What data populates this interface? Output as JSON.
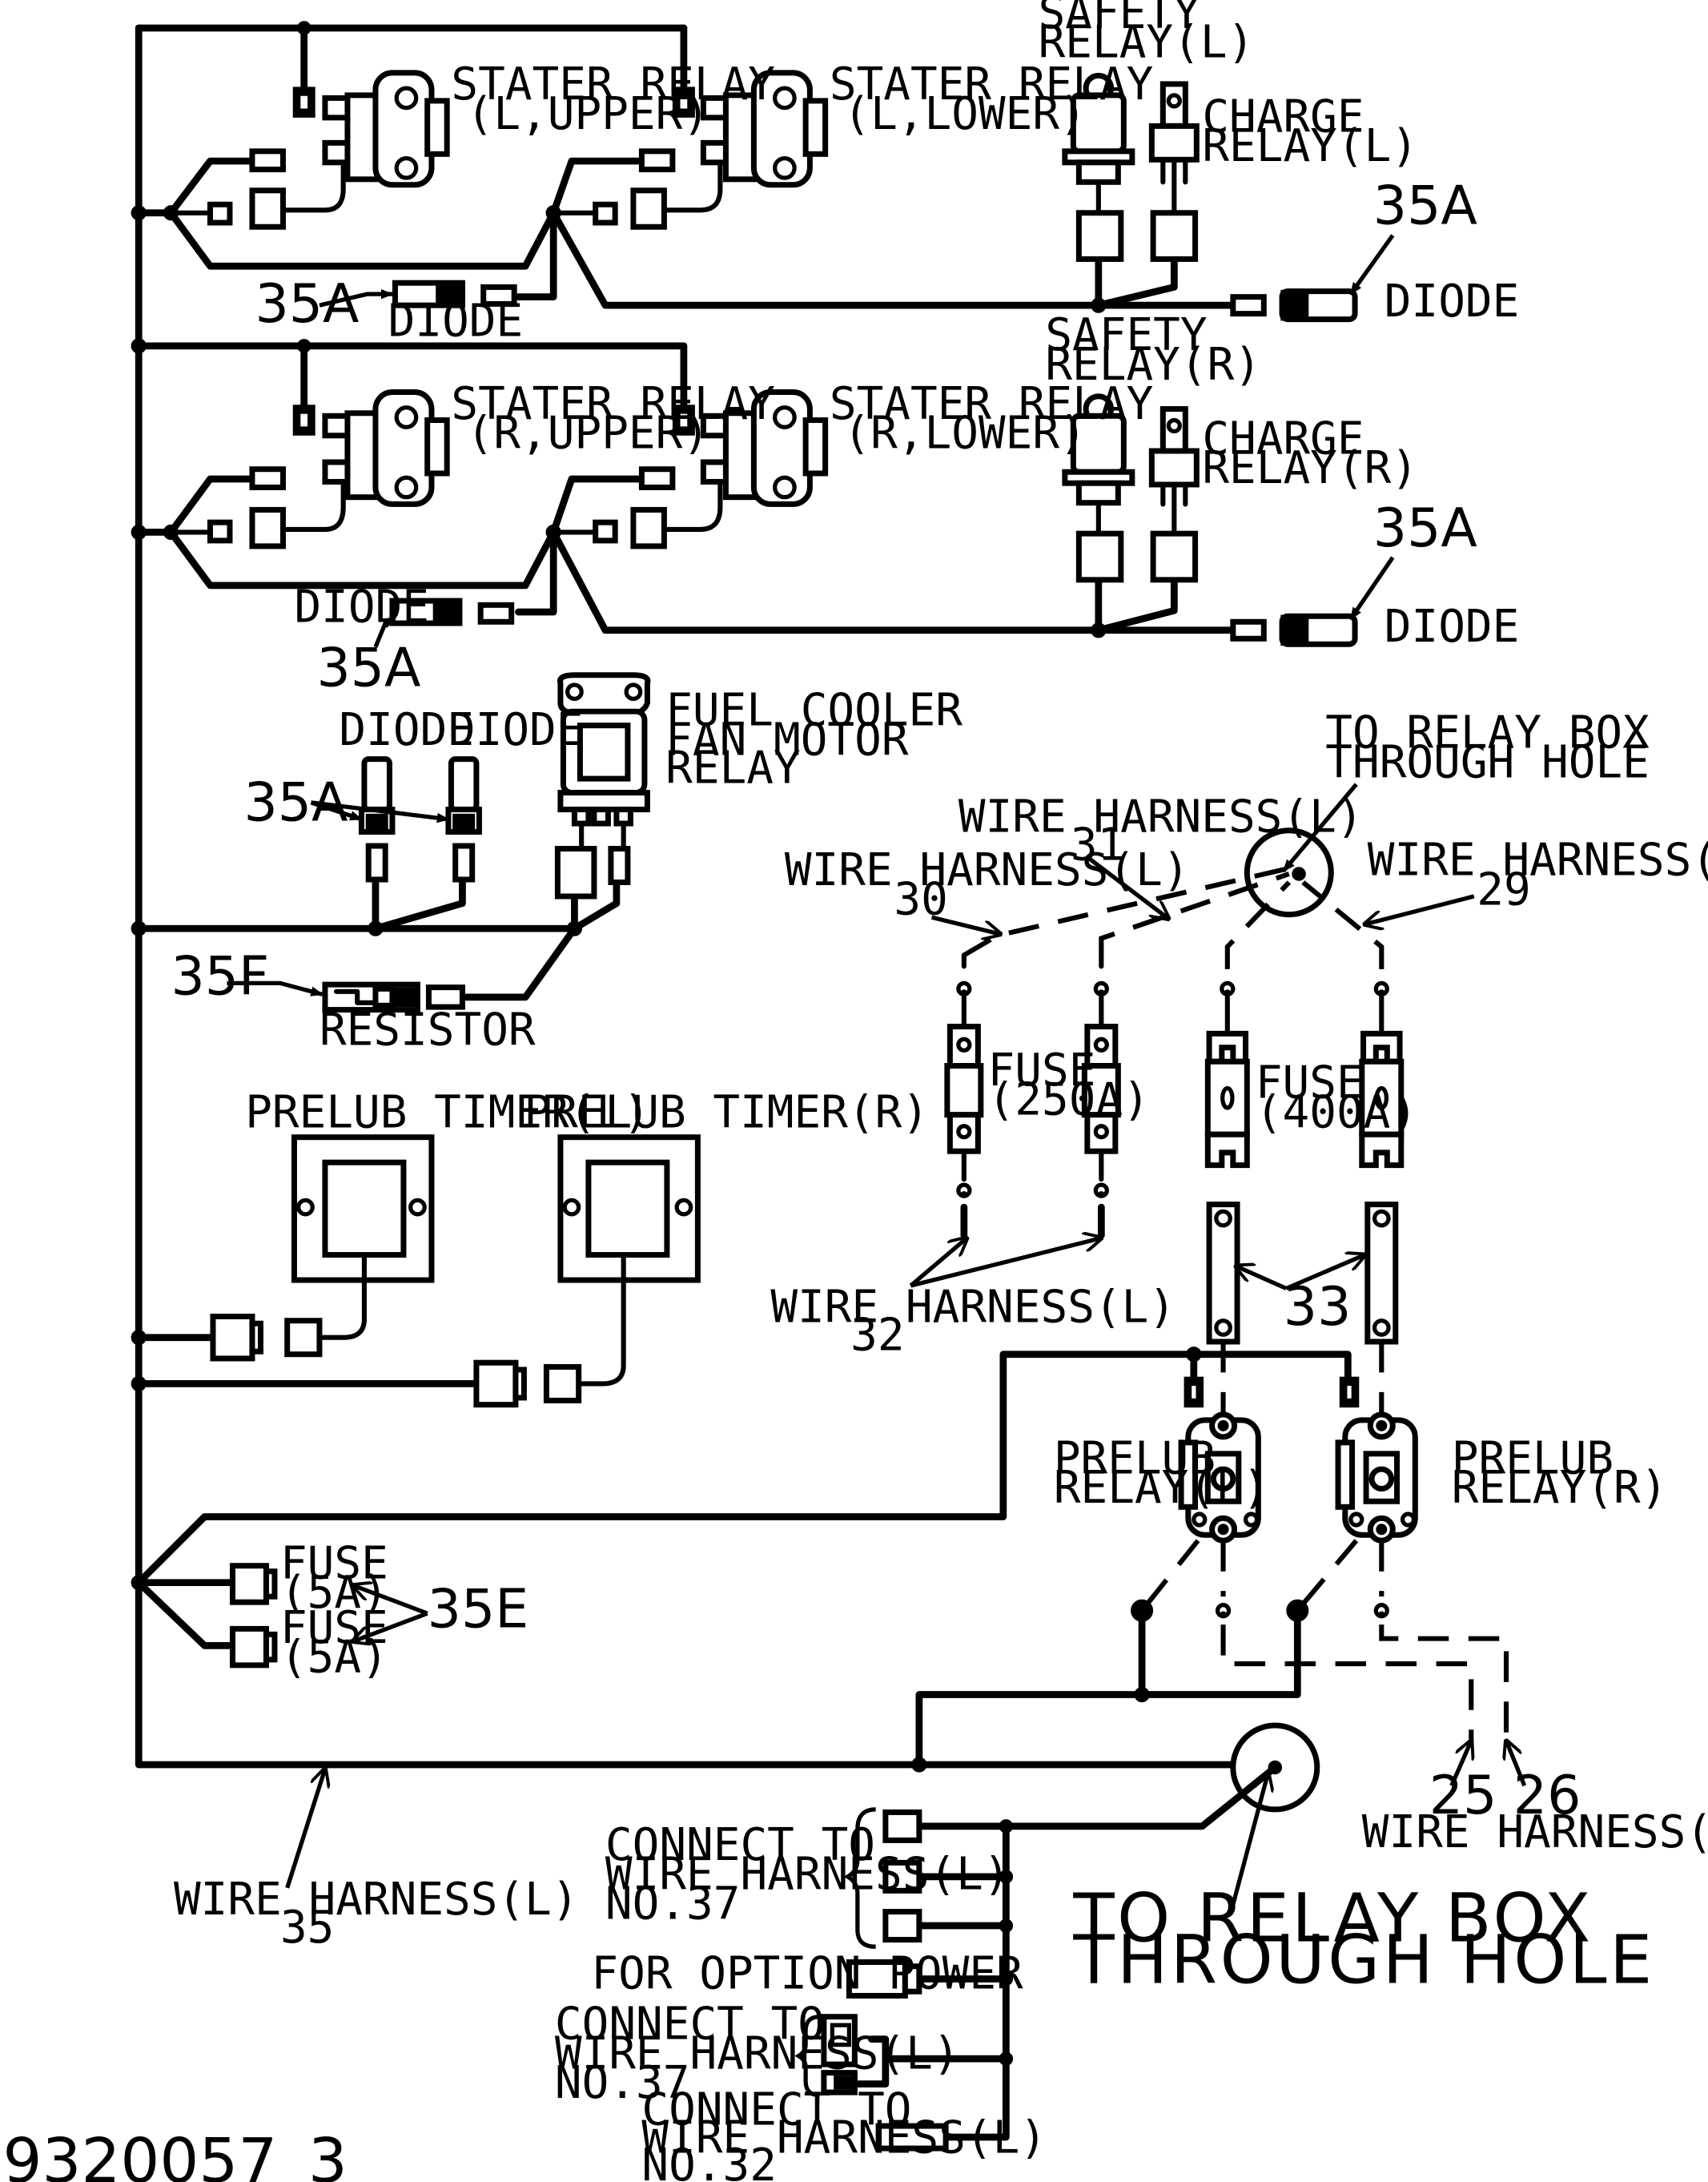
{
  "figure_id": "9320057_3",
  "colors": {
    "line": "#000000",
    "background": "#ffffff"
  },
  "labels": {
    "stater_relay_l_upper": [
      "STATER RELAY",
      "(L,UPPER)"
    ],
    "stater_relay_l_lower": [
      "STATER RELAY",
      "(L,LOWER)"
    ],
    "stater_relay_r_upper": [
      "STATER RELAY",
      "(R,UPPER)"
    ],
    "stater_relay_r_lower": [
      "STATER RELAY",
      "(R,LOWER)"
    ],
    "safety_relay_l": [
      "SAFETY",
      "RELAY(L)"
    ],
    "safety_relay_r": [
      "SAFETY",
      "RELAY(R)"
    ],
    "charge_relay_l": [
      "CHARGE",
      "RELAY(L)"
    ],
    "charge_relay_r": [
      "CHARGE",
      "RELAY(R)"
    ],
    "fuel_cooler": [
      "FUEL COOLER",
      "FAN MOTOR",
      "RELAY"
    ],
    "relay_box_top": [
      "TO RELAY BOX",
      "THROUGH HOLE"
    ],
    "relay_box_bottom": [
      "TO RELAY BOX",
      "THROUGH HOLE"
    ],
    "wh29": [
      "WIRE HARNESS(L)",
      "29"
    ],
    "wh30": [
      "WIRE HARNESS(L)",
      "30"
    ],
    "wh31": [
      "WIRE HARNESS(L)",
      "31"
    ],
    "wh32": [
      "WIRE HARNESS(L)",
      "32"
    ],
    "wh35": [
      "WIRE HARNESS(L)",
      "35"
    ],
    "wh2526_label": "WIRE HARNESS(L)",
    "num25": "25",
    "num26": "26",
    "fuse250": [
      "FUSE",
      "(250A)"
    ],
    "fuse400": [
      "FUSE",
      "(400A)"
    ],
    "fuse5a": [
      "FUSE",
      "(5A)"
    ],
    "num33": "33",
    "prelub_timer_l": "PRELUB TIMER(L)",
    "prelub_timer_r": "PRELUB TIMER(R)",
    "prelub_relay_l": [
      "PRELUB",
      "RELAY(L)"
    ],
    "prelub_relay_r": [
      "PRELUB",
      "RELAY(R)"
    ],
    "diode": "DIODE",
    "resistor": "RESISTOR",
    "ref_35a": "35A",
    "ref_35e": "35E",
    "ref_35f": "35F",
    "connect37": [
      "CONNECT TO",
      "WIRE HARNESS(L)",
      "NO.37"
    ],
    "connect32": [
      "CONNECT TO",
      "WIRE HARNESS(L)",
      "NO.32"
    ],
    "option_power": "FOR OPTION POWER"
  }
}
